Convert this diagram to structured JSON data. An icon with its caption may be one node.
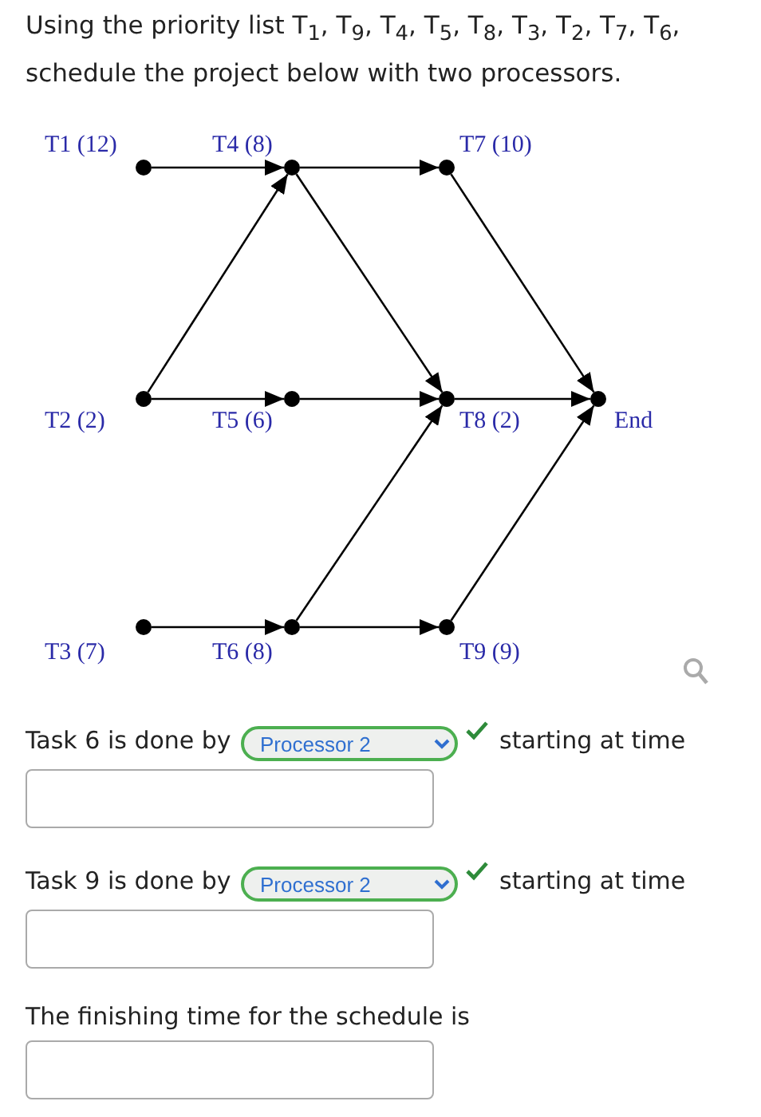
{
  "diagram": {
    "nodes": [
      {
        "text": [],
        "shape": "circle",
        "beside": [
          "T1 (12)"
        ]
      },
      {
        "text": [],
        "shape": "circle",
        "beside": [
          "T4 (8)"
        ]
      },
      {
        "text": [],
        "shape": "circle",
        "beside": [
          "T7 (10)"
        ]
      },
      {
        "text": [],
        "shape": "circle",
        "beside": [
          "T2 (2)"
        ]
      },
      {
        "text": [],
        "shape": "circle",
        "beside": [
          "T5 (6)"
        ]
      },
      {
        "text": [],
        "shape": "circle",
        "beside": [
          "T8 (2)"
        ]
      },
      {
        "text": [],
        "shape": "circle",
        "beside": [
          "End"
        ]
      },
      {
        "text": [],
        "shape": "circle",
        "beside": [
          "T3 (7)"
        ]
      },
      {
        "text": [],
        "shape": "circle",
        "beside": [
          "T6 (8)"
        ]
      },
      {
        "text": [],
        "shape": "circle",
        "beside": [
          "T9 (9)"
        ]
      }
    ],
    "edges": [
      {
        "from": 0,
        "to": 1,
        "arrow": "to"
      },
      {
        "from": 1,
        "to": 2,
        "arrow": "to"
      },
      {
        "from": 3,
        "to": 1,
        "arrow": "to"
      },
      {
        "from": 1,
        "to": 5,
        "arrow": "to"
      },
      {
        "from": 2,
        "to": 6,
        "arrow": "to"
      },
      {
        "from": 3,
        "to": 4,
        "arrow": "to"
      },
      {
        "from": 4,
        "to": 5,
        "arrow": "to"
      },
      {
        "from": 5,
        "to": 6,
        "arrow": "to"
      },
      {
        "from": 8,
        "to": 5,
        "arrow": "to"
      },
      {
        "from": 9,
        "to": 6,
        "arrow": "to"
      },
      {
        "from": 7,
        "to": 8,
        "arrow": "to"
      },
      {
        "from": 8,
        "to": 9,
        "arrow": "to"
      }
    ],
    "labels": [
      "Using the priority list T$_{1}$, T$_{9}$, T$_{4}$, T$_{5}$, T$_{8}$, T$_{3}$, T$_{2}$, T$_{7}$, T$_{6}$, schedule the project below with two processors.",
      "Task 6 is done by",
      "Processor 2",
      "starting at time",
      "Task 9 is done by",
      "Processor 2",
      "starting at time",
      "The finishing time for the schedule is"
    ]
  }
}
